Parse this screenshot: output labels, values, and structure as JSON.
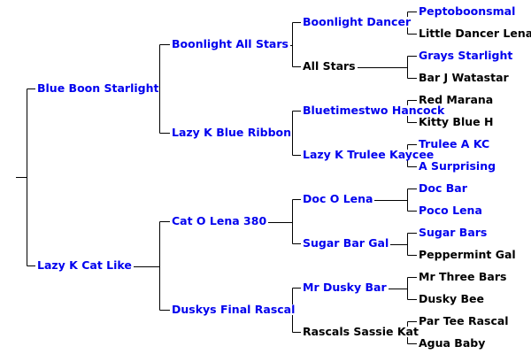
{
  "pedigree": {
    "link_color": "#0000ee",
    "text_color": "#000000",
    "line_color": "#000000",
    "root": {
      "children": [
        {
          "name": "Blue Boon Starlight",
          "link": true,
          "children": [
            {
              "name": "Boonlight All Stars",
              "link": true,
              "children": [
                {
                  "name": "Boonlight Dancer",
                  "link": true,
                  "children": [
                    {
                      "name": "Peptoboonsmal",
                      "link": true
                    },
                    {
                      "name": "Little Dancer Lena",
                      "link": false
                    }
                  ]
                },
                {
                  "name": "All Stars",
                  "link": false,
                  "children": [
                    {
                      "name": "Grays Starlight",
                      "link": true
                    },
                    {
                      "name": "Bar J Watastar",
                      "link": false
                    }
                  ]
                }
              ]
            },
            {
              "name": "Lazy K Blue Ribbon",
              "link": true,
              "children": [
                {
                  "name": "Bluetimestwo Hancock",
                  "link": true,
                  "children": [
                    {
                      "name": "Red Marana",
                      "link": false
                    },
                    {
                      "name": "Kitty Blue H",
                      "link": false
                    }
                  ]
                },
                {
                  "name": "Lazy K Trulee Kaycee",
                  "link": true,
                  "children": [
                    {
                      "name": "Trulee A KC",
                      "link": true
                    },
                    {
                      "name": "A Surprising",
                      "link": true
                    }
                  ]
                }
              ]
            }
          ]
        },
        {
          "name": "Lazy K Cat Like",
          "link": true,
          "children": [
            {
              "name": "Cat O Lena 380",
              "link": true,
              "children": [
                {
                  "name": "Doc O Lena",
                  "link": true,
                  "children": [
                    {
                      "name": "Doc Bar",
                      "link": true
                    },
                    {
                      "name": "Poco Lena",
                      "link": true
                    }
                  ]
                },
                {
                  "name": "Sugar Bar Gal",
                  "link": true,
                  "children": [
                    {
                      "name": "Sugar Bars",
                      "link": true
                    },
                    {
                      "name": "Peppermint Gal",
                      "link": false
                    }
                  ]
                }
              ]
            },
            {
              "name": "Duskys Final Rascal",
              "link": true,
              "children": [
                {
                  "name": "Mr Dusky Bar",
                  "link": true,
                  "children": [
                    {
                      "name": "Mr Three Bars",
                      "link": false
                    },
                    {
                      "name": "Dusky Bee",
                      "link": false
                    }
                  ]
                },
                {
                  "name": "Rascals Sassie Kat",
                  "link": false,
                  "children": [
                    {
                      "name": "Par Tee Rascal",
                      "link": false
                    },
                    {
                      "name": "Agua Baby",
                      "link": false
                    }
                  ]
                }
              ]
            }
          ]
        }
      ]
    }
  }
}
